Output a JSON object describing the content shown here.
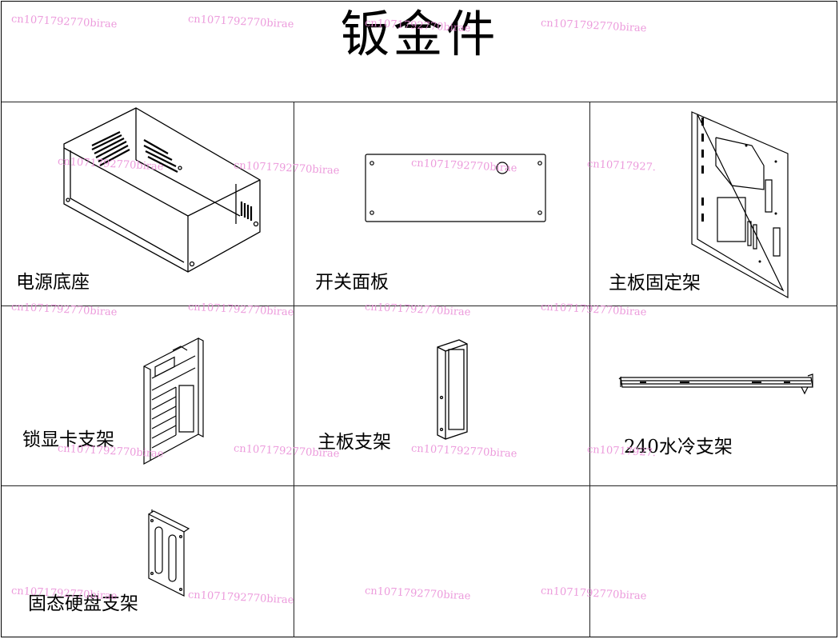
{
  "title": "钣金件",
  "watermark": "cn1071792770birae",
  "watermark_partial": "cn10717927.",
  "parts": [
    {
      "label": "电源底座",
      "icon": "psu-base-chassis"
    },
    {
      "label": "开关面板",
      "icon": "switch-panel"
    },
    {
      "label": "主板固定架",
      "icon": "motherboard-tray"
    },
    {
      "label": "锁显卡支架",
      "icon": "gpu-lock-bracket"
    },
    {
      "label": "主板支架",
      "icon": "motherboard-bracket"
    },
    {
      "label": "240水冷支架",
      "icon": "radiator-bracket"
    },
    {
      "label": "固态硬盘支架",
      "icon": "ssd-bracket"
    }
  ],
  "colors": {
    "line": "#000000",
    "watermark": "#e98ad6",
    "background": "#ffffff"
  }
}
